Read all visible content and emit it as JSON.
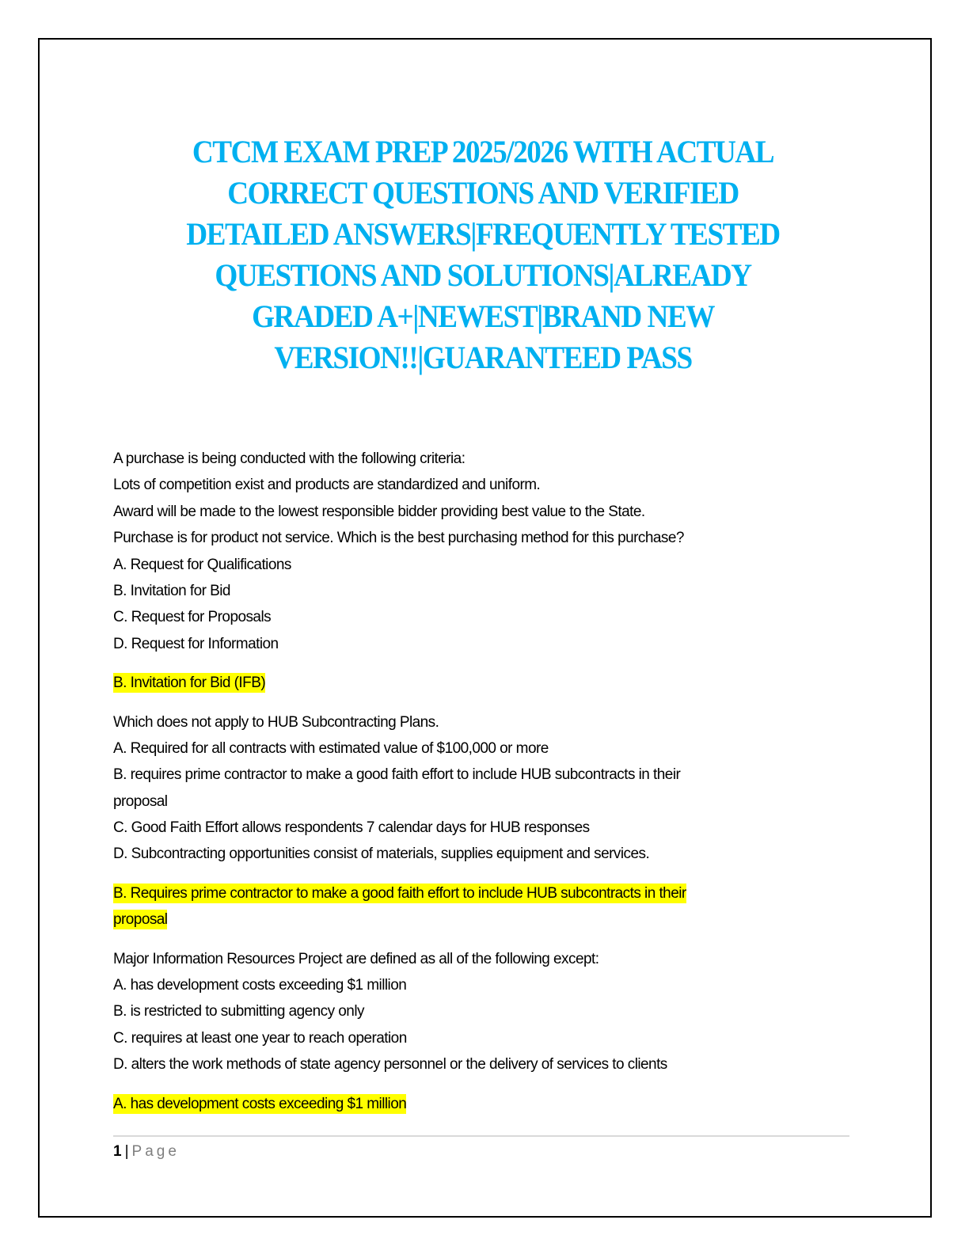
{
  "document": {
    "title_lines": [
      "CTCM EXAM PREP 2025/2026 WITH ACTUAL",
      "CORRECT QUESTIONS AND VERIFIED",
      "DETAILED ANSWERS|FREQUENTLY TESTED",
      "QUESTIONS AND SOLUTIONS|ALREADY",
      "GRADED A+|NEWEST|BRAND NEW",
      "VERSION!!|GUARANTEED PASS"
    ],
    "title_color": "#00B0F0",
    "highlight_color": "#FFFF00",
    "questions": [
      {
        "stem_lines": [
          "A purchase is being conducted with the following criteria:",
          "Lots of competition exist and products are standardized and uniform.",
          "Award will be made to the lowest responsible bidder providing best value to the State.",
          "Purchase is for product not service. Which is the best purchasing method for this purchase?"
        ],
        "options": [
          "A. Request for Qualifications",
          "B. Invitation for Bid",
          "C. Request for Proposals",
          "D. Request for Information"
        ],
        "answer_lines": [
          "B. Invitation for Bid (IFB)"
        ]
      },
      {
        "stem_lines": [
          "Which does not apply to HUB Subcontracting Plans."
        ],
        "options": [
          "A. Required for all contracts with estimated value of $100,000 or more",
          "B. requires prime contractor to make a good faith effort to include HUB subcontracts in their",
          "proposal",
          "C. Good Faith Effort allows respondents 7 calendar days for HUB responses",
          "D. Subcontracting opportunities consist of materials, supplies equipment and services."
        ],
        "answer_lines": [
          "B. Requires prime contractor to make a good faith effort to include HUB subcontracts in their",
          "proposal"
        ]
      },
      {
        "stem_lines": [
          "Major Information Resources Project are defined as all of the following except:"
        ],
        "options": [
          "A. has development costs exceeding $1 million",
          "B. is restricted to submitting agency only",
          "C. requires at least one year to reach operation",
          "D. alters the work methods of state agency personnel or the delivery of services to clients"
        ],
        "answer_lines": [
          "A. has development costs exceeding $1 million"
        ]
      }
    ],
    "footer": {
      "page_number": "1",
      "separator": "|",
      "page_word": "Page"
    }
  }
}
